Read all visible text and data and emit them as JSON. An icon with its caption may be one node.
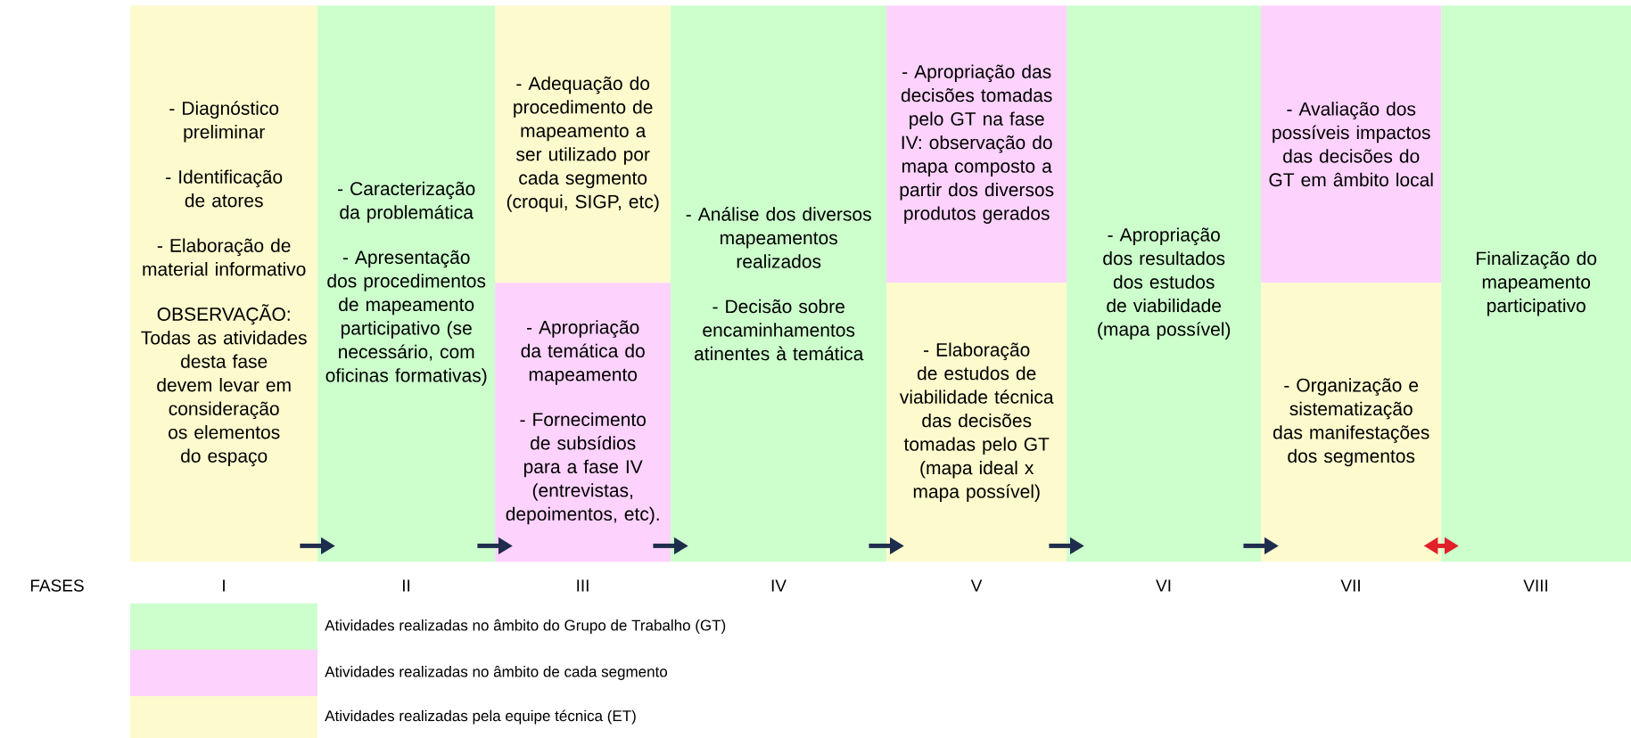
{
  "diagram": {
    "nodes": [
      {
        "text": [
          "- Diagnóstico preliminar",
          "- Identificação de atores",
          "- Elaboração de material informativo",
          "OBSERVAÇÃO: Todas as atividades desta fase devem levar em consideração os elementos do espaço"
        ]
      },
      {
        "text": [
          "- Caracterização da problemática",
          "- Apresentação dos procedimentos de mapeamento participativo (se necessário, com oficinas formativas)"
        ]
      },
      {
        "text": [
          "- Adequação do procedimento de mapeamento a ser utilizado por cada segmento (croqui, SIGP, etc)"
        ]
      },
      {
        "text": [
          "- Apropriação da temática do mapeamento",
          "- Fornecimento de subsídios para a fase IV (entrevistas, depoimentos, etc)."
        ]
      },
      {
        "text": [
          "- Análise dos diversos mapeamentos realizados",
          "- Decisão sobre encaminhamentos atinentes à temática"
        ]
      },
      {
        "text": [
          "- Apropriação das decisões tomadas pelo GT na fase IV: observação do mapa composto a partir dos diversos produtos gerados"
        ]
      },
      {
        "text": [
          "- Elaboração de estudos de viabilidade técnica das decisões tomadas pelo GT (mapa ideal x mapa possível)"
        ]
      },
      {
        "text": [
          "- Apropriação dos resultados dos estudos de viabilidade (mapa possível)"
        ]
      },
      {
        "text": [
          "- Avaliação dos possíveis impactos das decisões do GT em âmbito local"
        ]
      },
      {
        "text": [
          "- Organização e sistematização das manifestações dos segmentos"
        ]
      },
      {
        "text": [
          "Finalização do mapeamento participativo"
        ]
      }
    ],
    "edges": [
      {
        "from": 0,
        "to": 1,
        "arrow": "to"
      },
      {
        "from": 1,
        "to": 3,
        "arrow": "to"
      },
      {
        "from": 3,
        "to": 4,
        "arrow": "to"
      },
      {
        "from": 4,
        "to": 6,
        "arrow": "to"
      },
      {
        "from": 6,
        "to": 7,
        "arrow": "to"
      },
      {
        "from": 7,
        "to": 9,
        "arrow": "to"
      },
      {
        "from": 9,
        "to": 10,
        "arrow": "both",
        "color": "#e0202a"
      }
    ],
    "labels": [
      "FASES",
      "I",
      "II",
      "III",
      "IV",
      "V",
      "VI",
      "VII",
      "VIII"
    ],
    "legend": [
      {
        "text": "Atividades realizadas no âmbito do Grupo de Trabalho (GT)",
        "color": "#ccffcc"
      },
      {
        "text": "Atividades realizadas no âmbito de cada segmento",
        "color": "#fdd2fd"
      },
      {
        "text": "Atividades realizadas pela equipe técnica (ET)",
        "color": "#fdfacd"
      }
    ]
  }
}
